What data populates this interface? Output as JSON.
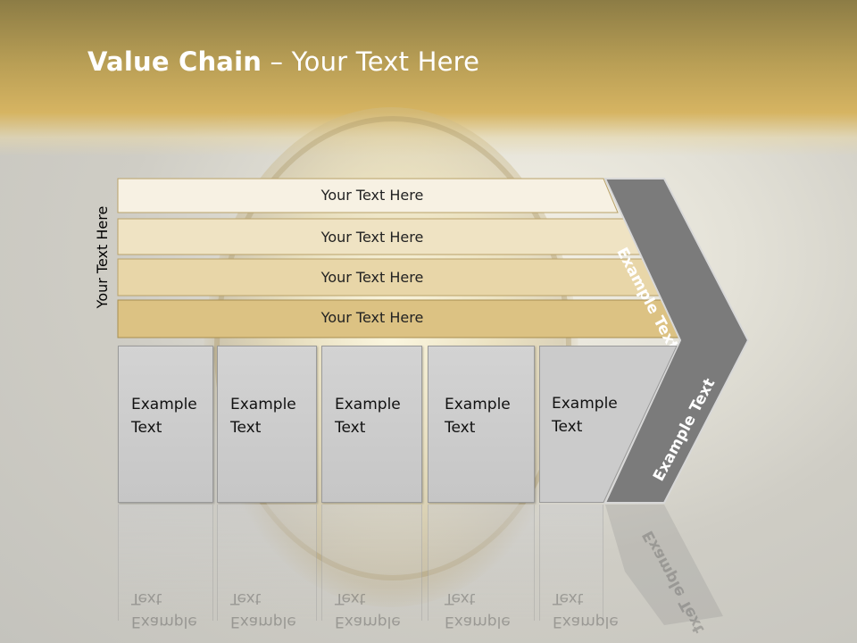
{
  "slide": {
    "title_bold": "Value Chain",
    "title_rest": " – Your Text Here",
    "side_label": "Your Text Here"
  },
  "bars": [
    {
      "label": "Your Text Here",
      "fill": "#f7f1e3"
    },
    {
      "label": "Your Text Here",
      "fill": "#efe3c3"
    },
    {
      "label": "Your Text Here",
      "fill": "#e8d6a8"
    },
    {
      "label": "Your Text Here",
      "fill": "#dcc283"
    }
  ],
  "boxes": [
    {
      "label_line1": "Example",
      "label_line2": "Text"
    },
    {
      "label_line1": "Example",
      "label_line2": "Text"
    },
    {
      "label_line1": "Example",
      "label_line2": "Text"
    },
    {
      "label_line1": "Example",
      "label_line2": "Text"
    },
    {
      "label_line1": "Example",
      "label_line2": "Text"
    }
  ],
  "chevron": {
    "upper_label": "Example Text",
    "lower_label": "Example Text",
    "fill": "#7b7b7b"
  }
}
